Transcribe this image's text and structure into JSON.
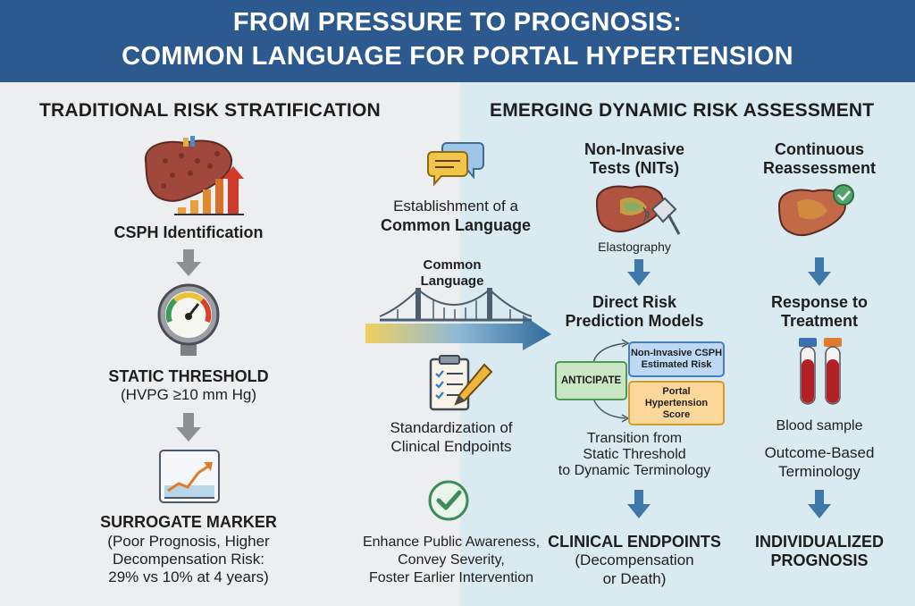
{
  "header": {
    "line1": "FROM PRESSURE TO PROGNOSIS:",
    "line2": "COMMON LANGUAGE FOR PORTAL HYPERTENSION"
  },
  "left": {
    "title": "TRADITIONAL RISK STRATIFICATION",
    "csph": "CSPH Identification",
    "static_title": "STATIC THRESHOLD",
    "static_sub": "(HVPG ≥10 mm Hg)",
    "surrogate_title": "SURROGATE MARKER",
    "surrogate_l1": "(Poor Prognosis, Higher",
    "surrogate_l2": "Decompensation Risk:",
    "surrogate_l3": "29% vs 10% at 4 years)"
  },
  "middle": {
    "common_l1": "Establishment of a",
    "common_l2": "Common Language",
    "bridge_l1": "Common",
    "bridge_l2": "Language",
    "std_l1": "Standardization of",
    "std_l2": "Clinical Endpoints",
    "aware_l1": "Enhance Public Awareness,",
    "aware_l2": "Convey Severity,",
    "aware_l3": "Foster Earlier Intervention"
  },
  "right": {
    "title": "EMERGING DYNAMIC RISK ASSESSMENT",
    "nit_l1": "Non-Invasive",
    "nit_l2": "Tests (NITs)",
    "elastography": "Elastography",
    "drpm_l1": "Direct Risk",
    "drpm_l2": "Prediction Models",
    "anticipate": "ANTICIPATE",
    "nit_box_l1": "Non-Invasive CSPH",
    "nit_box_l2": "Estimated Risk",
    "phs_l1": "Portal",
    "phs_l2": "Hypertension",
    "phs_l3": "Score",
    "trans_l1": "Transition from",
    "trans_l2": "Static Threshold",
    "trans_l3": "to Dynamic Terminology",
    "clin_title": "CLINICAL ENDPOINTS",
    "clin_l1": "(Decompensation",
    "clin_l2": "or Death)",
    "cont_l1": "Continuous",
    "cont_l2": "Reassessment",
    "resp_l1": "Response to",
    "resp_l2": "Treatment",
    "blood": "Blood sample",
    "outcome_l1": "Outcome-Based",
    "outcome_l2": "Terminology",
    "indiv_l1": "INDIVIDUALIZED",
    "indiv_l2": "PROGNOSIS"
  },
  "colors": {
    "header_bg": "#2d5a8e",
    "left_bg": "#eceef0",
    "right_bg": "#d9eaf1",
    "arrow_gray": "#8d8f92",
    "arrow_blue": "#3f77a8"
  }
}
